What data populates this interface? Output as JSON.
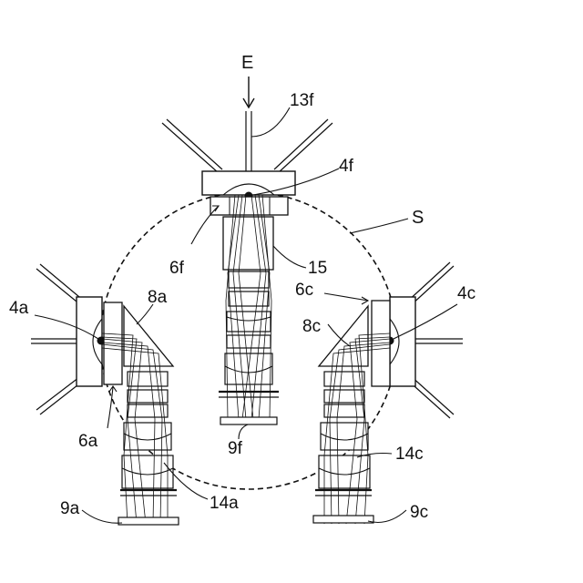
{
  "labels": {
    "E": "E",
    "l13f": "13f",
    "l4f": "4f",
    "S": "S",
    "l6f": "6f",
    "l15": "15",
    "l4a": "4a",
    "l8a": "8a",
    "l6c": "6c",
    "l4c": "4c",
    "l8c": "8c",
    "l6a": "6a",
    "l9f": "9f",
    "l14c": "14c",
    "l14a": "14a",
    "l9a": "9a",
    "l9c": "9c"
  }
}
